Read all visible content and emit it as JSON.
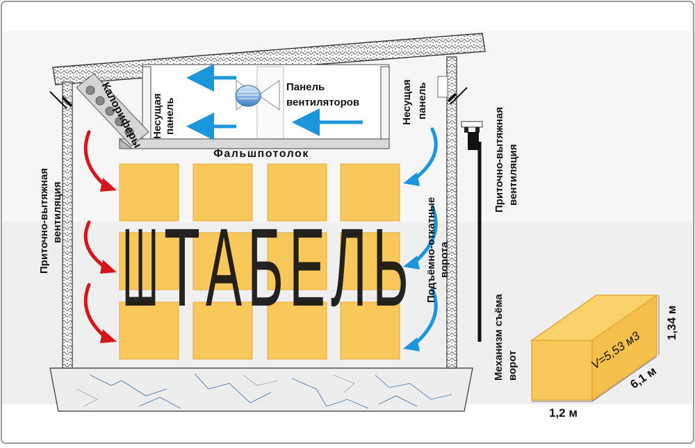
{
  "labels": {
    "ceiling": "Фальшпотолок",
    "heaters": "Калориферы",
    "bearing_panel_left_line1": "Несущая",
    "bearing_panel_left_line2": "панель",
    "fan_panel_line1": "Панель",
    "fan_panel_line2": "вентиляторов",
    "bearing_panel_right_line1": "Несущая",
    "bearing_panel_right_line2": "панель",
    "ventilation_left_line1": "Приточно-вытяжная",
    "ventilation_left_line2": "вентиляция",
    "ventilation_right_line1": "Приточно-вытяжная",
    "ventilation_right_line2": "вентиляция",
    "gate_line1": "Подъёмно-откатные",
    "gate_line2": "ворота",
    "mechanism_line1": "Механизм съёма",
    "mechanism_line2": "ворот",
    "stack": "ШТАБЕЛЬ"
  },
  "stack_letters": [
    "Ш",
    "Т",
    "А",
    "Б",
    "Е",
    "Л",
    "Ь"
  ],
  "dimensions": {
    "volume": "V=5,53 м3",
    "height": "1,34 м",
    "length": "6,1 м",
    "width": "1,2 м"
  },
  "colors": {
    "block": "#f9c85a",
    "block_stroke": "#e3a93a",
    "stack_letter": "#b5651d",
    "warm_arrow": "#d7141c",
    "cool_arrow": "#1b96dc",
    "wall": "#333333",
    "background_band": "#efefef"
  }
}
